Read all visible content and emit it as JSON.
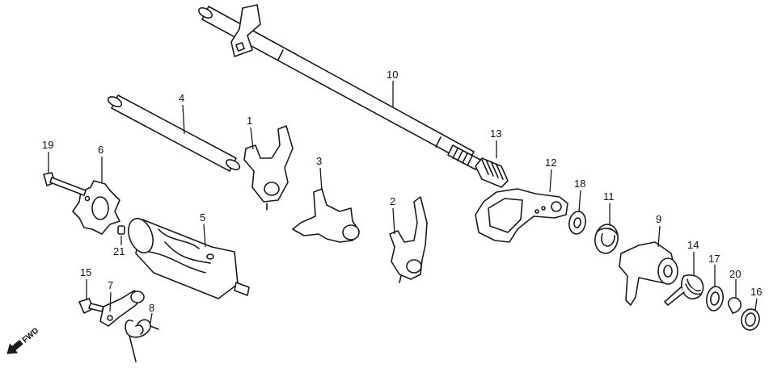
{
  "diagram": {
    "callouts": [
      {
        "id": "1",
        "label": "1"
      },
      {
        "id": "2",
        "label": "2"
      },
      {
        "id": "3",
        "label": "3"
      },
      {
        "id": "4",
        "label": "4"
      },
      {
        "id": "5",
        "label": "5"
      },
      {
        "id": "6",
        "label": "6"
      },
      {
        "id": "7",
        "label": "7"
      },
      {
        "id": "8",
        "label": "8"
      },
      {
        "id": "9",
        "label": "9"
      },
      {
        "id": "10",
        "label": "10"
      },
      {
        "id": "11",
        "label": "11"
      },
      {
        "id": "12",
        "label": "12"
      },
      {
        "id": "13",
        "label": "13"
      },
      {
        "id": "14",
        "label": "14"
      },
      {
        "id": "15",
        "label": "15"
      },
      {
        "id": "16",
        "label": "16"
      },
      {
        "id": "17",
        "label": "17"
      },
      {
        "id": "18",
        "label": "18"
      },
      {
        "id": "19",
        "label": "19"
      },
      {
        "id": "20",
        "label": "20"
      },
      {
        "id": "21",
        "label": "21"
      }
    ],
    "direction_label": "FWD",
    "line_color": "#1a1a1a"
  }
}
